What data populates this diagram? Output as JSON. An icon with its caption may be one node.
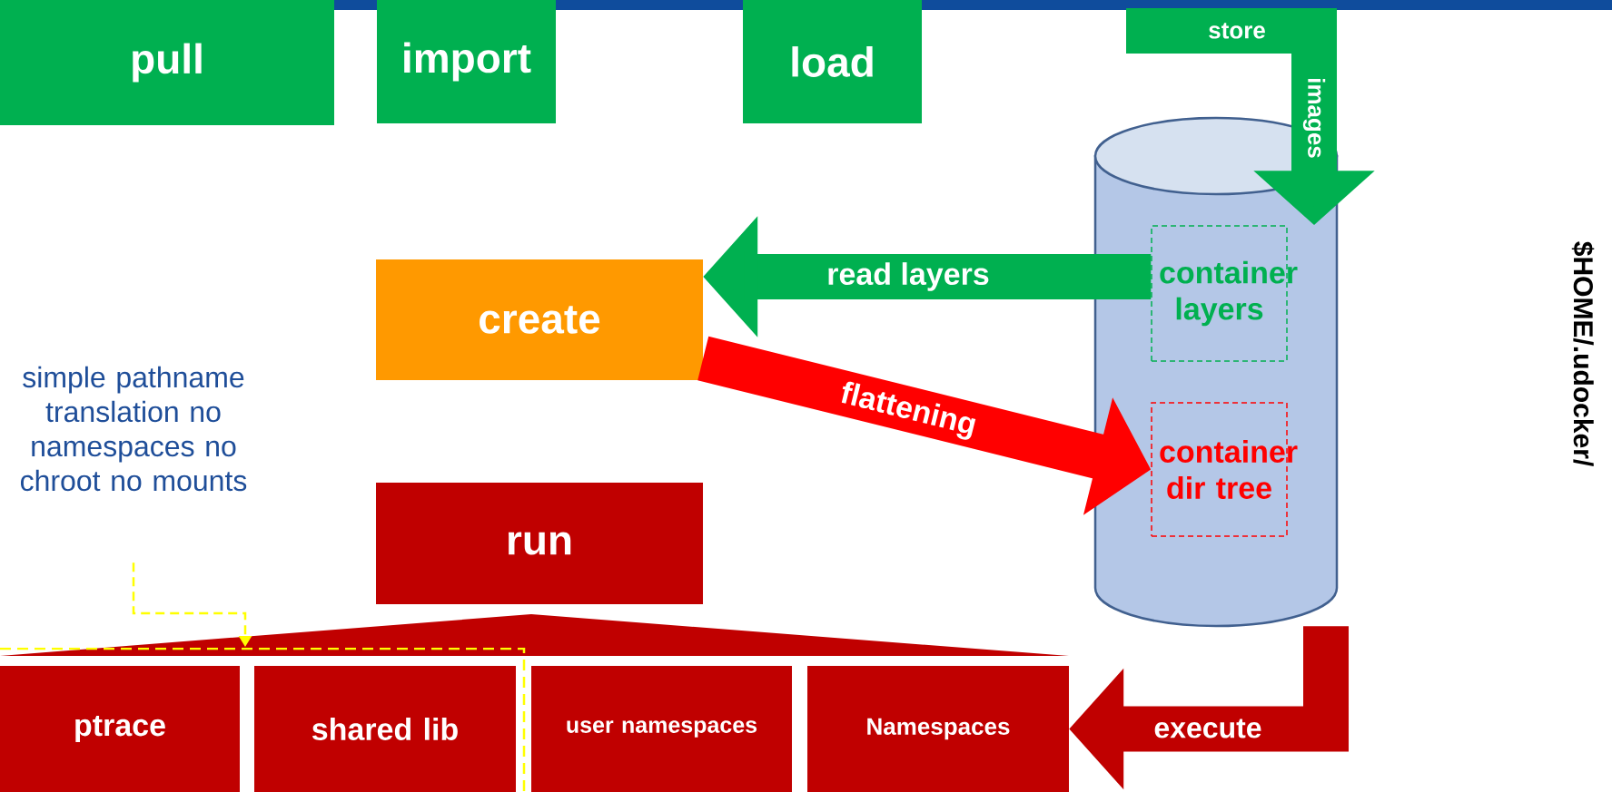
{
  "diagram": {
    "nodes": [
      {
        "text": [
          "pull"
        ]
      },
      {
        "text": [
          "import"
        ]
      },
      {
        "text": [
          "load"
        ]
      },
      {
        "text": [
          "create"
        ]
      },
      {
        "text": [
          "run"
        ]
      },
      {
        "text": [
          "simple pathname translation no namespaces no chroot no mounts"
        ]
      },
      {
        "text": [],
        "shape": "cylinder"
      },
      {
        "text": [
          "container layers"
        ],
        "in": 6
      },
      {
        "text": [
          "container dir tree"
        ],
        "in": 6
      },
      {
        "text": [
          "ptrace"
        ]
      },
      {
        "text": [
          "shared lib"
        ]
      },
      {
        "text": [
          "user namespaces"
        ]
      },
      {
        "text": [
          "Namespaces"
        ]
      }
    ],
    "edges": [
      {
        "from": null,
        "to": 7,
        "arrow": "to",
        "label": "store",
        "color": "#00b050"
      },
      {
        "from": 7,
        "to": 3,
        "arrow": "to",
        "label": "read layers",
        "color": "#00b050"
      },
      {
        "from": 3,
        "to": 8,
        "arrow": "to",
        "label": "flattening",
        "color": "#ff0000"
      },
      {
        "from": 6,
        "to": 12,
        "arrow": "to",
        "label": "execute",
        "color": "#c00000"
      },
      {
        "from": 5,
        "to": null,
        "arrow": "to",
        "style": "dashed",
        "color": "#ffff00"
      }
    ],
    "labels": [
      "images",
      "$HOME/.udocker/"
    ]
  }
}
